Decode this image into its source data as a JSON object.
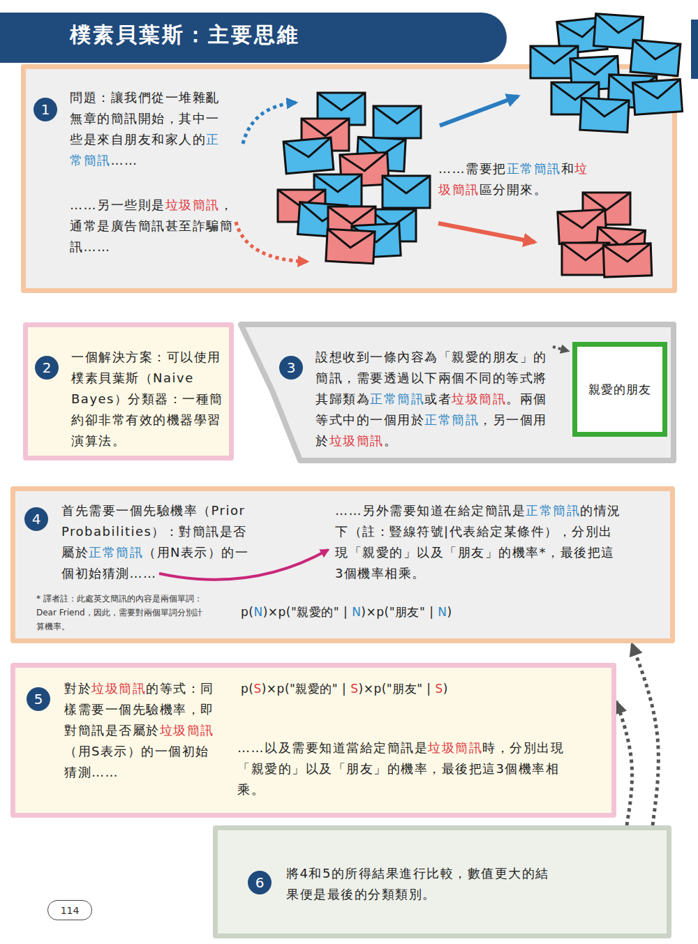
{
  "diagram": {
    "title": "樸素貝葉斯：主要思維",
    "nodes": [
      {
        "text": [
          "問題：讓我們從一堆雜亂無章的簡訊開始，其中一些是來自朋友和家人的正常簡訊……",
          "……另一些則是垃圾簡訊，通常是廣告簡訊甚至詐騙簡訊……",
          "……需要把正常簡訊和垃圾簡訊區分開來。"
        ]
      },
      {
        "text": [
          "1"
        ],
        "in": 0
      },
      {
        "text": [
          "一個解決方案：可以使用樸素貝葉斯（Naive Bayes）分類器：一種簡約卻非常有效的機器學習演算法。"
        ]
      },
      {
        "text": [
          "2"
        ],
        "in": 2
      },
      {
        "text": [
          "設想收到一條內容為「親愛的朋友」的簡訊，需要透過以下兩個不同的等式將其歸類為正常簡訊或者垃圾簡訊。兩個等式中的一個用於正常簡訊，另一個用於垃圾簡訊。"
        ]
      },
      {
        "text": [
          "3"
        ],
        "in": 4
      },
      {
        "text": [
          "親愛的朋友"
        ],
        "in": 4
      },
      {
        "text": [
          "首先需要一個先驗機率（Prior Probabilities）：對簡訊是否屬於正常簡訊（用N表示）的一個初始猜測……",
          "……另外需要知道在給定簡訊是正常簡訊的情況下（註：豎線符號|代表給定某條件），分別出現「親愛的」以及「朋友」的機率*，最後把這3個機率相乘。",
          "* 譯者註：此處英文簡訊的內容是兩個單詞：Dear Friend，因此，需要對兩個單詞分別計算機率。",
          "p(N)×p(\"親愛的\" | N)×p(\"朋友\" | N)"
        ]
      },
      {
        "text": [
          "4"
        ],
        "in": 7
      },
      {
        "text": [
          "對於垃圾簡訊的等式：同樣需要一個先驗機率，即對簡訊是否屬於垃圾簡訊（用S表示）的一個初始猜測……",
          "p(S)×p(\"親愛的\" | S)×p(\"朋友\" | S)",
          "……以及需要知道當給定簡訊是垃圾簡訊時，分別出現「親愛的」以及「朋友」的機率，最後把這3個機率相乘。"
        ]
      },
      {
        "text": [
          "5"
        ],
        "in": 9
      },
      {
        "text": [
          "將4和5的所得結果進行比較，數值更大的結果便是最後的分類類別。"
        ]
      },
      {
        "text": [
          "6"
        ],
        "in": 11
      },
      {
        "text": [
          "114"
        ]
      }
    ],
    "edges": [
      {
        "from": 11,
        "to": 7,
        "arrow": "to"
      },
      {
        "from": 11,
        "to": 9,
        "arrow": "to"
      }
    ]
  }
}
